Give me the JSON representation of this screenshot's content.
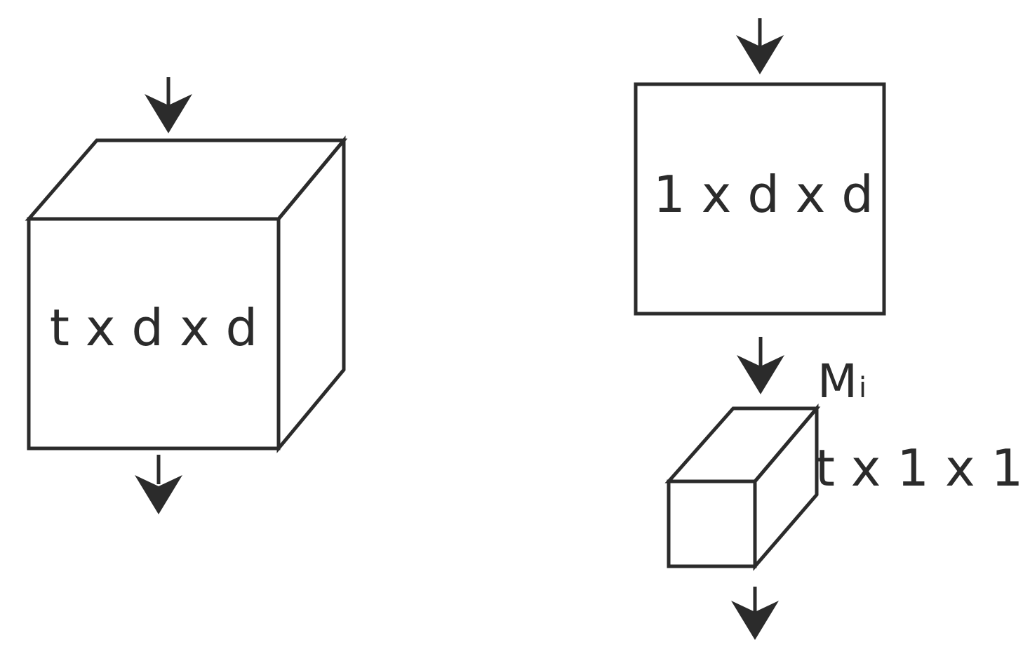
{
  "diagram": {
    "left_block": {
      "label": "t x d x d"
    },
    "right_top_block": {
      "label": "1 x d x d"
    },
    "right_bottom_block": {
      "label": "t x 1 x 1",
      "op_label_main": "M",
      "op_label_sub": "i"
    }
  },
  "colors": {
    "stroke": "#2b2b2b",
    "background": "#ffffff"
  }
}
